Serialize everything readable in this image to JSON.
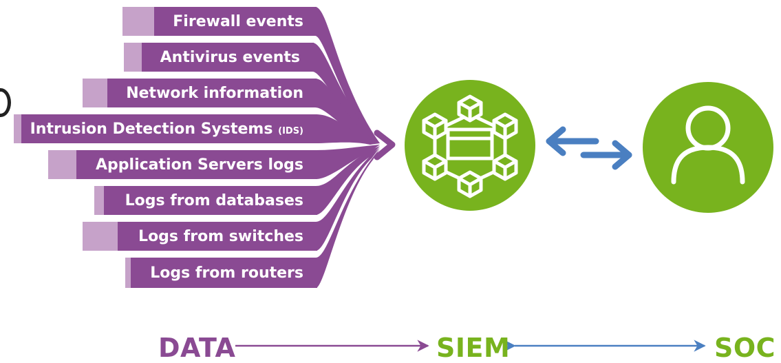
{
  "sources": [
    {
      "label": "Firewall events"
    },
    {
      "label": "Antivirus events"
    },
    {
      "label": "Network information"
    },
    {
      "label": "Intrusion Detection Systems",
      "suffix": "(IDS)"
    },
    {
      "label": "Application Servers logs"
    },
    {
      "label": "Logs from databases"
    },
    {
      "label": "Logs from switches"
    },
    {
      "label": "Logs from routers"
    }
  ],
  "bottom": {
    "data": "DATA",
    "siem": "SIEM",
    "soc": "SOC"
  },
  "colors": {
    "purple": "#8a4a93",
    "light_purple": "#c6a2c9",
    "green": "#78b31e",
    "blue": "#4a7fc1",
    "white": "#ffffff"
  },
  "icons": {
    "siem": "network-cubes-icon",
    "soc": "user-icon"
  }
}
